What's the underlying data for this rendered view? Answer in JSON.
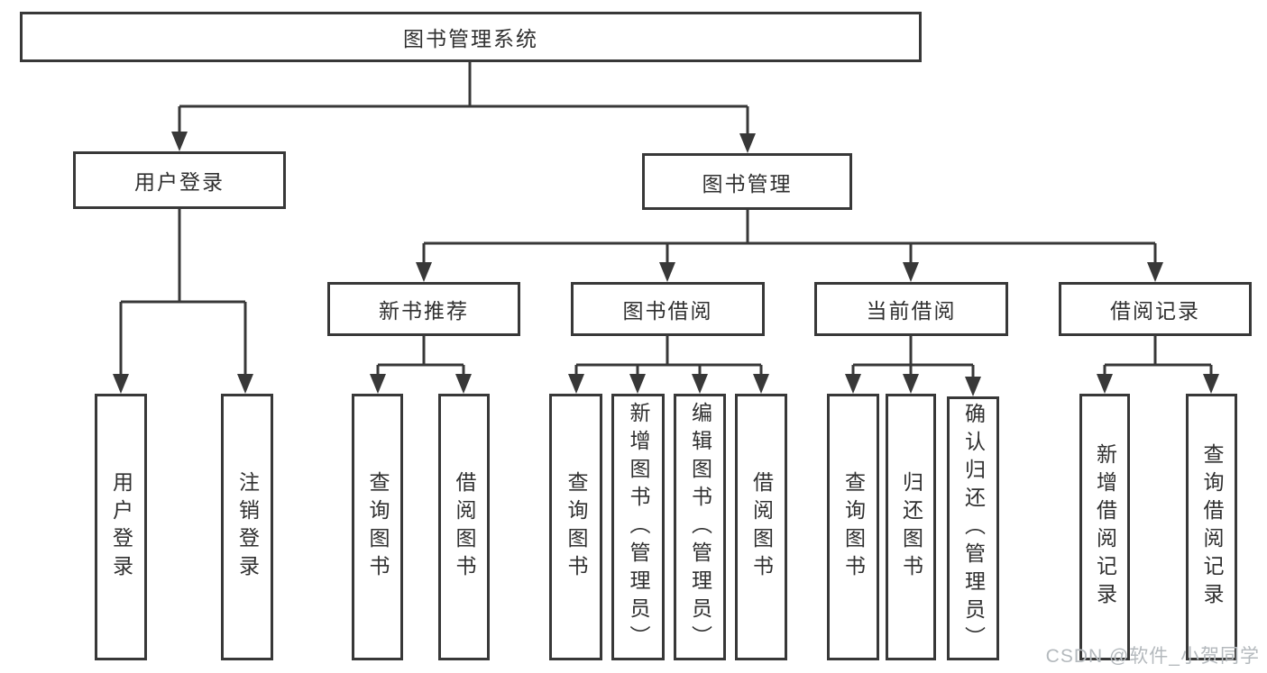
{
  "diagram": {
    "title": "图书管理系统",
    "nodes": {
      "root": "图书管理系统",
      "login": "用户登录",
      "manage": "图书管理",
      "login_children": [
        "用户登录",
        "注销登录"
      ],
      "modules": [
        "新书推荐",
        "图书借阅",
        "当前借阅",
        "借阅记录"
      ],
      "recommend_children": [
        "查询图书",
        "借阅图书"
      ],
      "borrow_children": [
        "查询图书",
        "新增图书（管理员）",
        "编辑图书（管理员）",
        "借阅图书"
      ],
      "current_children": [
        "查询图书",
        "归还图书",
        "确认归还（管理员）"
      ],
      "record_children": [
        "新增借阅记录",
        "查询借阅记录"
      ]
    },
    "colors": {
      "line": "#383838",
      "text": "#303030",
      "background": "#ffffff",
      "watermark": "#b4b9bd"
    }
  },
  "watermark": {
    "text": "CSDN @软件_小贺同学"
  }
}
